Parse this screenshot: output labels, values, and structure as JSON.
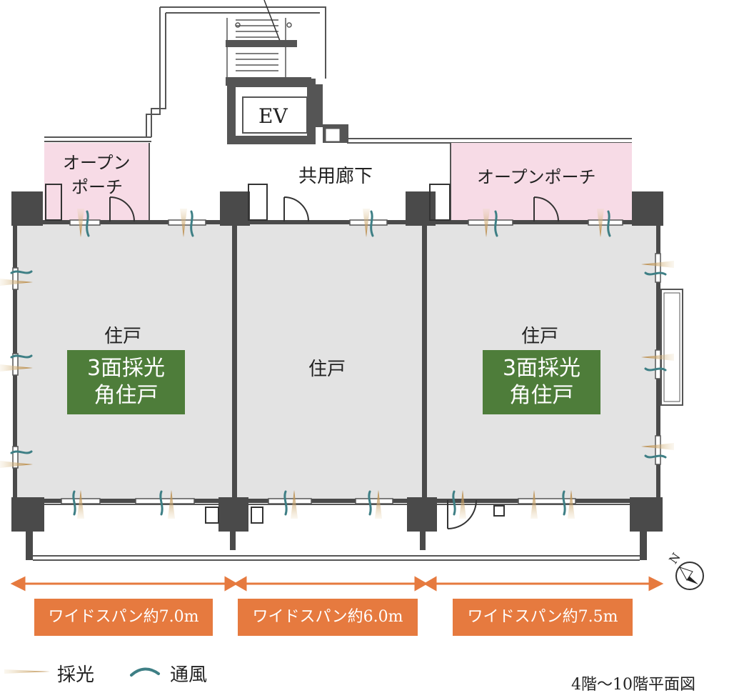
{
  "rooms": {
    "ev": "EV",
    "corridor": "共用廊下",
    "porch_left": [
      "オープン",
      "ポーチ"
    ],
    "porch_right": "オープンポーチ",
    "unit_left": "住戸",
    "unit_center": "住戸",
    "unit_right": "住戸"
  },
  "badges": {
    "left": [
      "3面採光",
      "角住戸"
    ],
    "right": [
      "3面採光",
      "角住戸"
    ]
  },
  "spans": {
    "left": "ワイドスパン約7.0m",
    "center": "ワイドスパン約6.0m",
    "right": "ワイドスパン約7.5m"
  },
  "legend": {
    "light": "採光",
    "wind": "通風"
  },
  "caption": "4階～10階平面図",
  "compass": "N",
  "colors": {
    "unit_fill": "#e3e3e3",
    "porch_fill": "#f7dbe6",
    "wall": "#4a4a4a",
    "badge": "#4e7d3a",
    "span_arrow": "#e67a3f",
    "light_arrow": "#c08a3e",
    "wind_arrow": "#3e7f85"
  }
}
